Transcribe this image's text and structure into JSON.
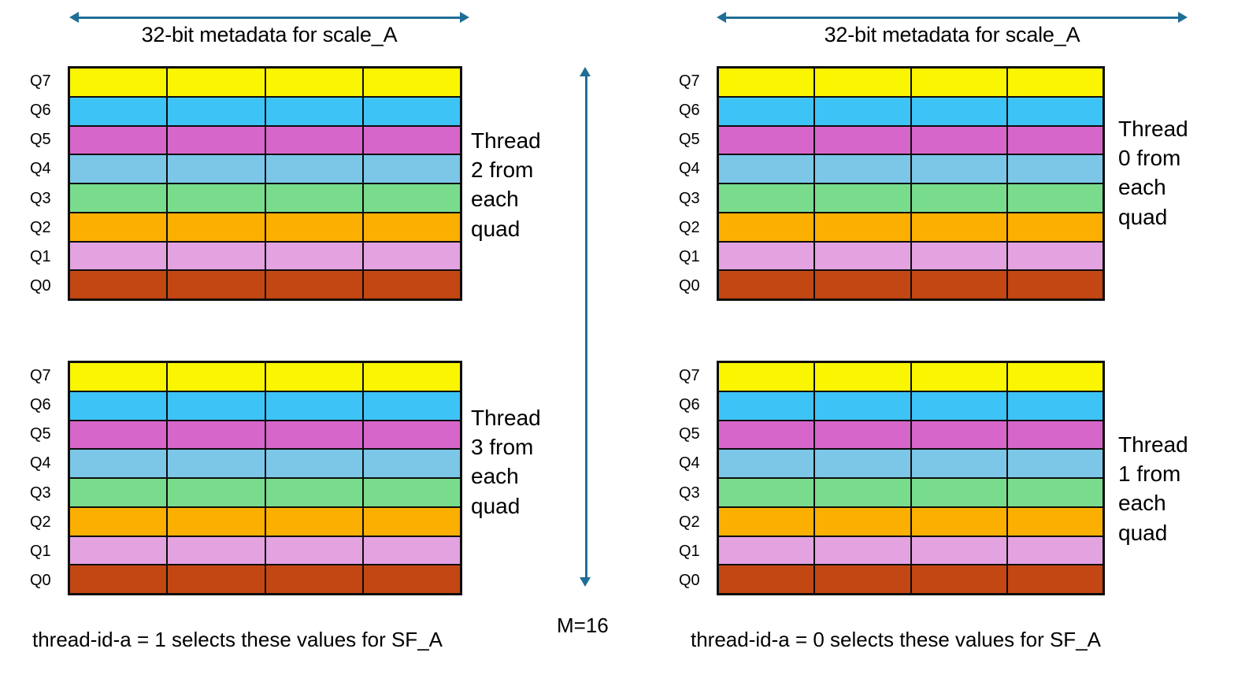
{
  "diagram": {
    "row_labels": [
      "Q7",
      "Q6",
      "Q5",
      "Q4",
      "Q3",
      "Q2",
      "Q1",
      "Q0"
    ],
    "columns": 4,
    "row_colors": {
      "Q7": "#FAF500",
      "Q6": "#3EC3F7",
      "Q5": "#D666C9",
      "Q4": "#7CC7E8",
      "Q3": "#79DC8D",
      "Q2": "#FBAF00",
      "Q1": "#E3A2E0",
      "Q0": "#C24712"
    },
    "arrow_color": "#1F6E96",
    "border_color": "#0D0D0D"
  },
  "left_group": {
    "title": "32-bit metadata for scale_A",
    "caption": "thread-id-a = 1 selects these values  for SF_A",
    "panels": [
      {
        "note_lines": [
          "Thread",
          "2 from",
          "each",
          "quad"
        ]
      },
      {
        "note_lines": [
          "Thread",
          "3 from",
          "each",
          "quad"
        ]
      }
    ]
  },
  "right_group": {
    "title": "32-bit metadata for scale_A",
    "caption": "thread-id-a = 0 selects these values  for SF_A",
    "panels": [
      {
        "note_lines": [
          "Thread",
          "0 from",
          "each",
          "quad"
        ]
      },
      {
        "note_lines": [
          "Thread",
          "1 from",
          "each",
          "quad"
        ]
      }
    ]
  },
  "center": {
    "m_label": "M=16"
  }
}
